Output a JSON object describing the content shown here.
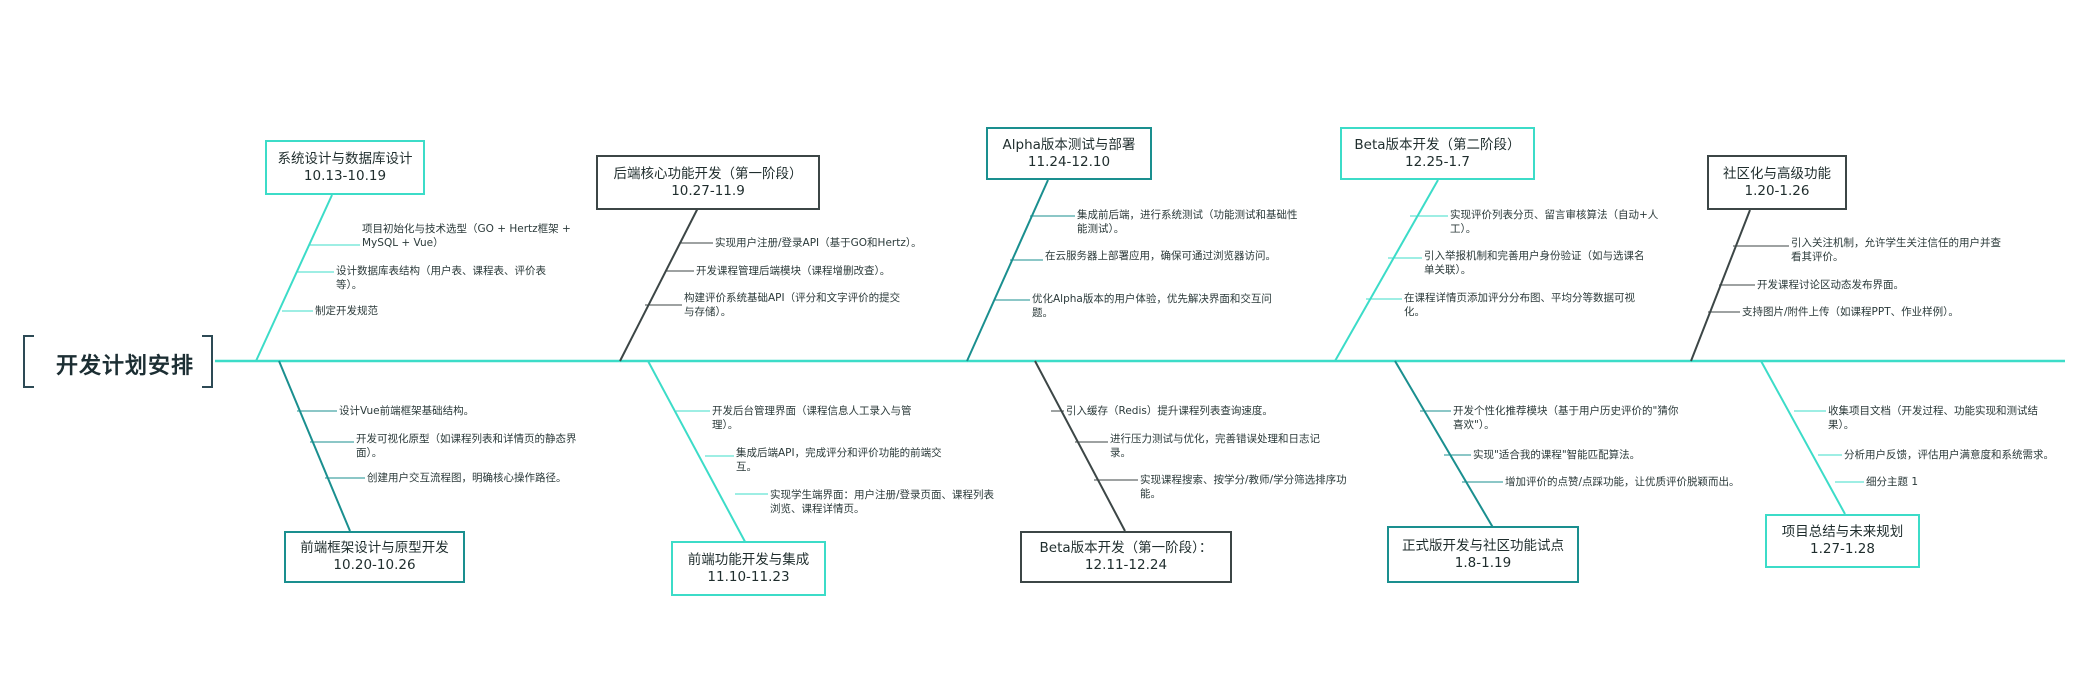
{
  "root": {
    "title": "开发计划安排"
  },
  "colors": {
    "cyan": "#3cdcc8",
    "teal": "#1a8f8f",
    "dark": "#3c4646",
    "spine": "#3cdcc8"
  },
  "top_branches": [
    {
      "title": "系统设计与数据库设计",
      "dates": "10.13-10.19",
      "notes": [
        "项目初始化与技术选型（GO + Hertz框架 + MySQL + Vue）",
        "设计数据库表结构（用户表、课程表、评价表等）。",
        "制定开发规范"
      ]
    },
    {
      "title": "后端核心功能开发（第一阶段）",
      "dates": "10.27-11.9",
      "notes": [
        "实现用户注册/登录API（基于GO和Hertz）。",
        "开发课程管理后端模块（课程增删改查）。",
        "构建评价系统基础API（评分和文字评价的提交与存储）。"
      ]
    },
    {
      "title": "Alpha版本测试与部署",
      "dates": "11.24-12.10",
      "notes": [
        "集成前后端，进行系统测试（功能测试和基础性能测试）。",
        "在云服务器上部署应用，确保可通过浏览器访问。",
        "优化Alpha版本的用户体验，优先解决界面和交互问题。"
      ]
    },
    {
      "title": "Beta版本开发（第二阶段）",
      "dates": "12.25-1.7",
      "notes": [
        "实现评价列表分页、留言审核算法（自动+人工）。",
        "引入举报机制和完善用户身份验证（如与选课名单关联）。",
        "在课程详情页添加评分分布图、平均分等数据可视化。"
      ]
    },
    {
      "title": "社区化与高级功能",
      "dates": "1.20-1.26",
      "notes": [
        "引入关注机制，允许学生关注信任的用户并查看其评价。",
        "开发课程讨论区动态发布界面。",
        "支持图片/附件上传（如课程PPT、作业样例）。"
      ]
    }
  ],
  "bottom_branches": [
    {
      "title": "前端框架设计与原型开发",
      "dates": "10.20-10.26",
      "notes": [
        "设计Vue前端框架基础结构。",
        "开发可视化原型（如课程列表和详情页的静态界面）。",
        "创建用户交互流程图，明确核心操作路径。"
      ]
    },
    {
      "title": "前端功能开发与集成",
      "dates": "11.10-11.23",
      "notes": [
        "开发后台管理界面（课程信息人工录入与管理）。",
        "集成后端API，完成评分和评价功能的前端交互。",
        "实现学生端界面：用户注册/登录页面、课程列表浏览、课程详情页。"
      ]
    },
    {
      "title": "Beta版本开发（第一阶段）：",
      "dates": "12.11-12.24",
      "notes": [
        "引入缓存（Redis）提升课程列表查询速度。",
        "进行压力测试与优化，完善错误处理和日志记录。",
        "实现课程搜索、按学分/教师/学分筛选排序功能。"
      ]
    },
    {
      "title": "正式版开发与社区功能试点",
      "dates": "1.8-1.19",
      "notes": [
        "开发个性化推荐模块（基于用户历史评价的\"猜你喜欢\"）。",
        "实现\"适合我的课程\"智能匹配算法。",
        "增加评价的点赞/点踩功能，让优质评价脱颖而出。"
      ]
    },
    {
      "title": "项目总结与未来规划",
      "dates": "1.27-1.28",
      "notes": [
        "收集项目文档（开发过程、功能实现和测试结果）。",
        "分析用户反馈，评估用户满意度和系统需求。",
        "细分主题 1"
      ]
    }
  ]
}
